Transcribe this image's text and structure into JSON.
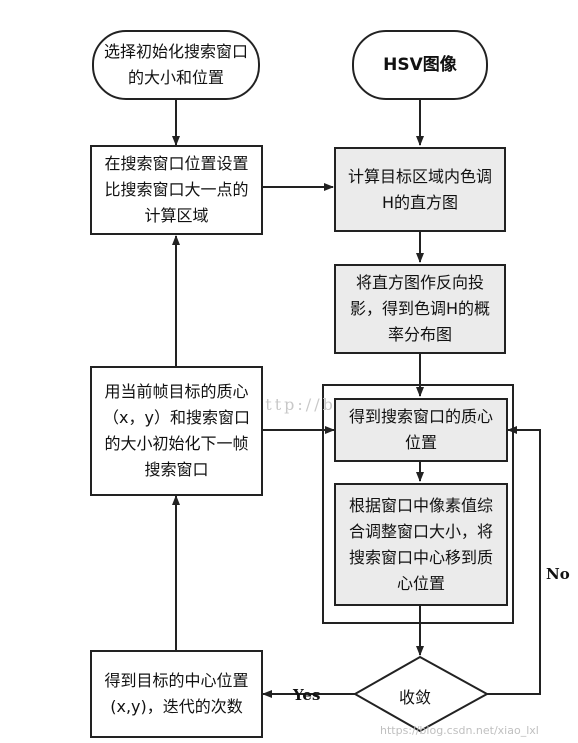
{
  "nodes": {
    "start_left": "选择初始化搜索窗口的大小和位置",
    "start_right": "HSV图像",
    "set_region": "在搜索窗口位置设置比搜索窗口大一点的计算区域",
    "hue_hist": "计算目标区域内色调H的直方图",
    "back_project": "将直方图作反向投影，得到色调H的概率分布图",
    "centroid": "得到搜索窗口的质心位置",
    "adjust": "根据窗口中像素值综合调整窗口大小，将搜索窗口中心移到质心位置",
    "init_next": "用当前帧目标的质心（x，y）和搜索窗口的大小初始化下一帧搜索窗口",
    "converge": "收敛",
    "result": "得到目标的中心位置(x,y)，迭代的次数"
  },
  "labels": {
    "yes": "Yes",
    "no": "No"
  },
  "watermark": {
    "mid": "http://blog.",
    "url": "https://blog.csdn.net/xiao_lxl"
  },
  "colors": {
    "line": "#222222",
    "shade": "#ebebeb"
  }
}
